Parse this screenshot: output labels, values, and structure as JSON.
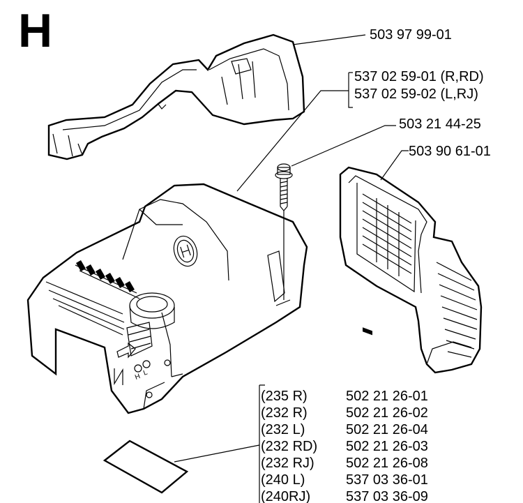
{
  "section": {
    "letter": "H"
  },
  "callouts": {
    "top_cover": "503 97 99-01",
    "cover_right": "537 02 59-01 (R,RD)",
    "cover_left": "537 02 59-02 (L,RJ)",
    "screw": "503 21 44-25",
    "air_filter": "503 90 61-01"
  },
  "decal_table": {
    "rows": [
      {
        "model": "(235 R)",
        "part": "502 21 26-01"
      },
      {
        "model": "(232 R)",
        "part": "502 21 26-02"
      },
      {
        "model": "(232 L)",
        "part": "502 21 26-04"
      },
      {
        "model": "(232 RD)",
        "part": "502 21 26-03"
      },
      {
        "model": "(232 RJ)",
        "part": "502 21 26-08"
      },
      {
        "model": "(240 L)",
        "part": "537 03 36-01"
      },
      {
        "model": "(240RJ)",
        "part": "537 03 36-09"
      }
    ]
  },
  "choke_marks": {
    "h": "H",
    "l": "L"
  }
}
